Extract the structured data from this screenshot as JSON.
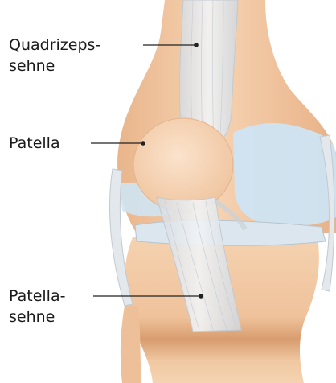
{
  "labels": {
    "quadriceps_tendon": {
      "line1": "Quadrizeps-",
      "line2": "sehne"
    },
    "patella": {
      "text": "Patella"
    },
    "patellar_tendon": {
      "line1": "Patella-",
      "line2": "sehne"
    }
  },
  "colors": {
    "skin": "#f3c9a4",
    "skin_shadow": "#e2a679",
    "cartilage": "#cfe4f3",
    "tendon": "#e6eaee",
    "tendon_stroke": "#c2c9d0",
    "meniscus": "#dbe6ee",
    "leader_line": "#222222"
  }
}
